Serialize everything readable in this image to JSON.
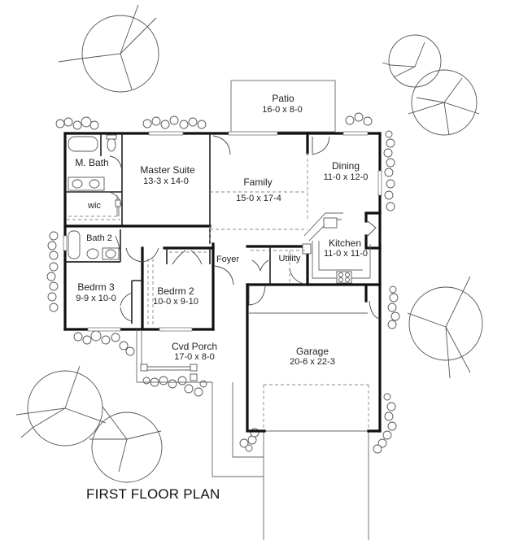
{
  "plan": {
    "title": "FIRST FLOOR PLAN",
    "rooms": {
      "patio": {
        "name": "Patio",
        "dims": "16-0 x 8-0"
      },
      "master_bath": {
        "name": "M. Bath"
      },
      "wic": {
        "name": "wic"
      },
      "master_suite": {
        "name": "Master Suite",
        "dims": "13-3 x 14-0"
      },
      "family": {
        "name": "Family",
        "dims": "15-0 x 17-4"
      },
      "dining": {
        "name": "Dining",
        "dims": "11-0 x 12-0"
      },
      "kitchen": {
        "name": "Kitchen",
        "dims": "11-0 x 11-0"
      },
      "bath2": {
        "name": "Bath 2"
      },
      "foyer": {
        "name": "Foyer"
      },
      "utility": {
        "name": "Utility"
      },
      "bedroom3": {
        "name": "Bedrm 3",
        "dims": "9-9 x 10-0"
      },
      "bedroom2": {
        "name": "Bedrm 2",
        "dims": "10-0 x 9-10"
      },
      "covered_porch": {
        "name": "Cvd Porch",
        "dims": "17-0 x 8-0"
      },
      "garage": {
        "name": "Garage",
        "dims": "20-6 x 22-3"
      }
    },
    "colors": {
      "wall": "#111111",
      "line": "#666666",
      "background": "#ffffff"
    }
  }
}
